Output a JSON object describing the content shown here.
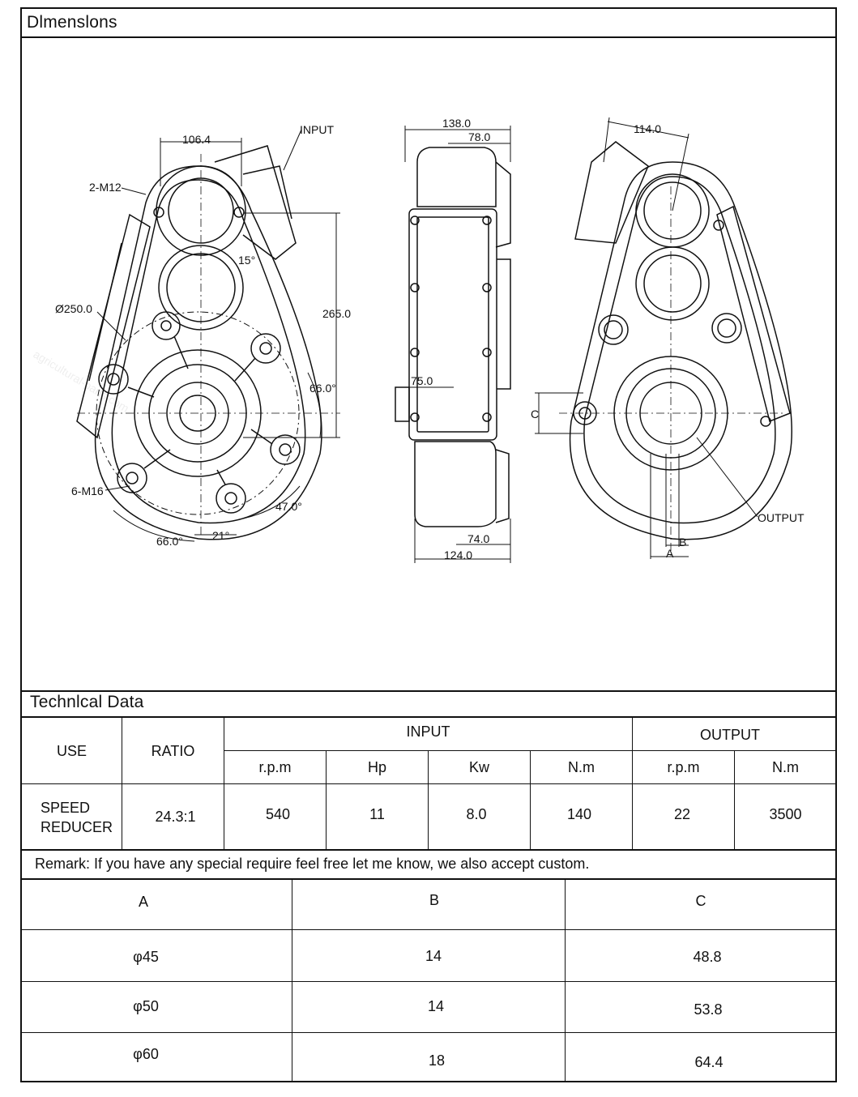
{
  "dimensions": {
    "title": "Dlmenslons",
    "labels": {
      "input": "INPUT",
      "output": "OUTPUT",
      "m12": "2-M12",
      "m16": "6-M16",
      "d250": "Ø250.0",
      "d106": "106.4",
      "a15": "15°",
      "d265": "265.0",
      "a66r": "66.0°",
      "a47": "47.0°",
      "a66b": "66.0°",
      "a21": "21°",
      "d138": "138.0",
      "d78": "78.0",
      "d75": "75.0",
      "d74": "74.0",
      "d124": "124.0",
      "d114": "114.0",
      "lc": "C",
      "la": "A",
      "lb": "B"
    }
  },
  "watermark": "agricultural-parts.com",
  "technical": {
    "title": "Technlcal Data",
    "use_header": "USE",
    "ratio_header": "RATIO",
    "input_header": "INPUT",
    "output_header": "OUTPUT",
    "sub_headers": [
      "r.p.m",
      "Hp",
      "Kw",
      "N.m",
      "r.p.m",
      "N.m"
    ],
    "use_value_line1": "SPEED",
    "use_value_line2": "REDUCER",
    "ratio_value": "24.3:1",
    "values": [
      "540",
      "11",
      "8.0",
      "140",
      "22",
      "3500"
    ]
  },
  "remark": "Remark: If you have any special require feel free let me know, we also accept custom.",
  "abc_table": {
    "headers": [
      "A",
      "B",
      "C"
    ],
    "rows": [
      [
        "φ45",
        "14",
        "48.8"
      ],
      [
        "φ50",
        "14",
        "53.8"
      ],
      [
        "φ60",
        "18",
        "64.4"
      ]
    ]
  }
}
